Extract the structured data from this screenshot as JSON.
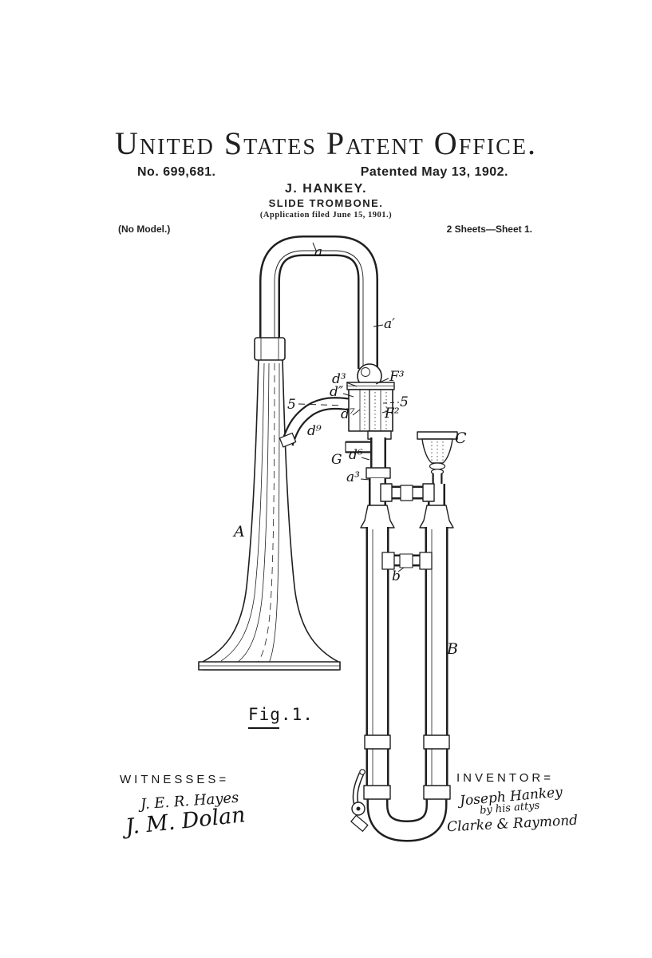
{
  "document": {
    "office_title": "United States Patent Office.",
    "patent_number": "No. 699,681.",
    "patented_date": "Patented May 13, 1902.",
    "inventor_line": "J. HANKEY.",
    "invention_title": "SLIDE TROMBONE.",
    "application_line": "(Application filed June 15, 1901.)",
    "model_note": "(No Model.)",
    "sheet_note": "2 Sheets—Sheet 1."
  },
  "figure": {
    "caption": "Fig.1.",
    "part_labels": [
      {
        "id": "a",
        "text": "a"
      },
      {
        "id": "a-prime",
        "text": "a′"
      },
      {
        "id": "d3",
        "text": "d³"
      },
      {
        "id": "F3",
        "text": "F³"
      },
      {
        "id": "d-doubleprime",
        "text": "d″"
      },
      {
        "id": "5-left",
        "text": "5"
      },
      {
        "id": "5-right",
        "text": "5"
      },
      {
        "id": "d7",
        "text": "d⁷"
      },
      {
        "id": "F2",
        "text": "F²"
      },
      {
        "id": "d9",
        "text": "d⁹"
      },
      {
        "id": "G",
        "text": "G"
      },
      {
        "id": "d6",
        "text": "d⁶"
      },
      {
        "id": "a3",
        "text": "a³"
      },
      {
        "id": "C",
        "text": "C"
      },
      {
        "id": "A",
        "text": "A"
      },
      {
        "id": "b",
        "text": "b"
      },
      {
        "id": "B",
        "text": "B"
      }
    ]
  },
  "signatures": {
    "witnesses_heading": "WITNESSES=",
    "witnesses": [
      "J. E. R. Hayes",
      "J. M. Dolan"
    ],
    "inventor_heading": "INVENTOR=",
    "inventor_signature": "Joseph Hankey",
    "by_line": "by his attys",
    "attorney_signature": "Clarke & Raymond"
  },
  "colors": {
    "paper": "#ffffff",
    "ink": "#1f1f1f"
  }
}
